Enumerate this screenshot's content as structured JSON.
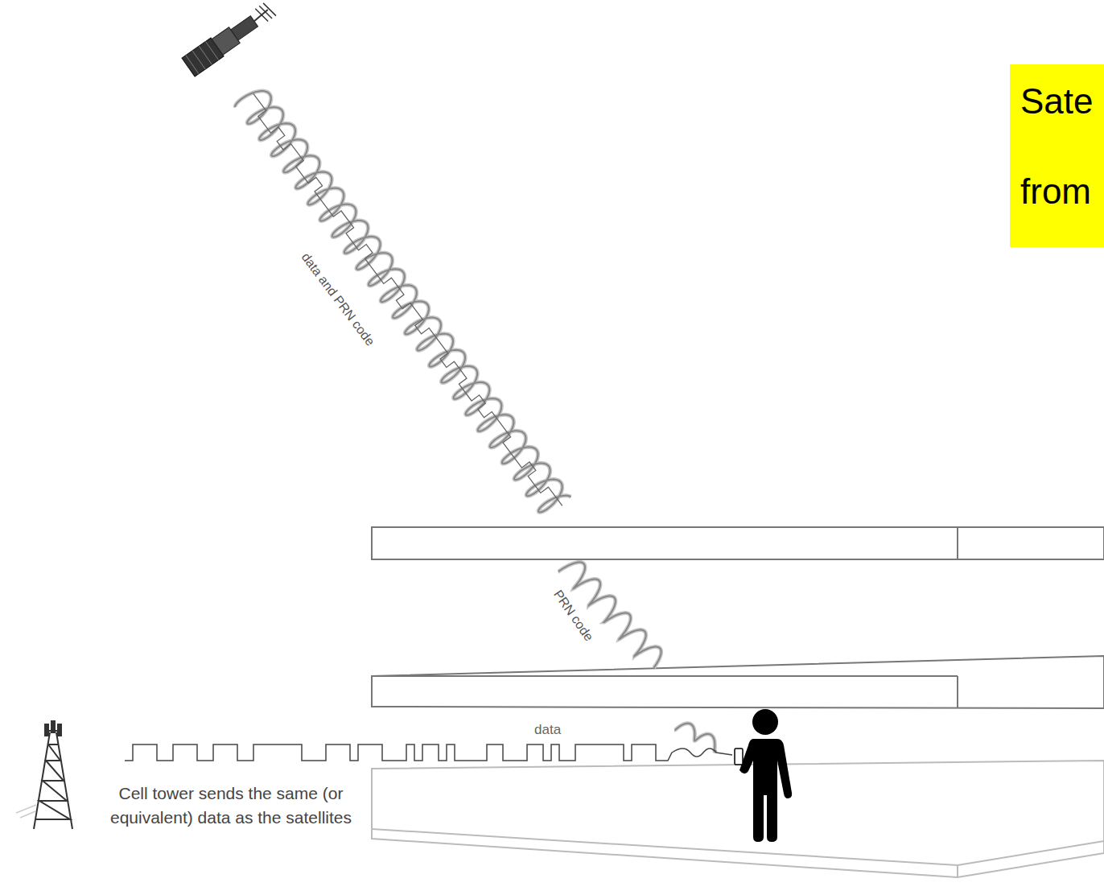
{
  "diagram": {
    "title": "Sate from",
    "labels": [
      "data and PRN code",
      "PRN code",
      "data",
      "Cell tower sends the same (or equivalent) data as the satellites"
    ]
  }
}
